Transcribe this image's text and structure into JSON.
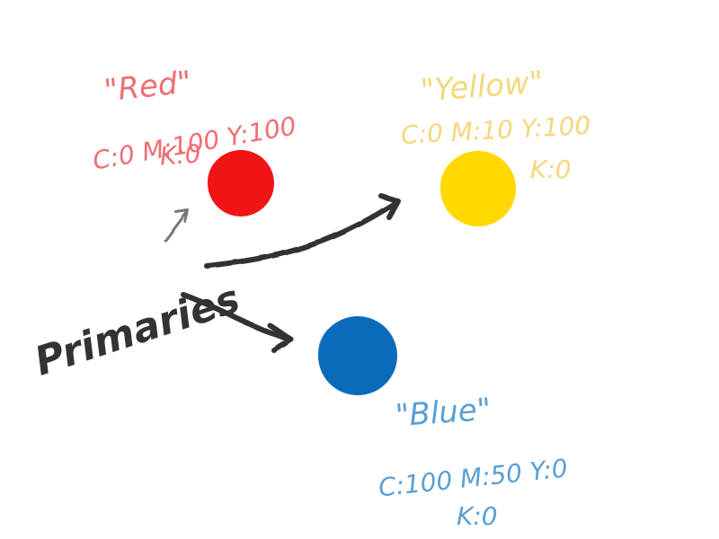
{
  "diagram": {
    "main_label": "Primaries",
    "colors": {
      "ink": "#333333",
      "red": "#f01416",
      "yellow": "#ffd800",
      "blue": "#0a6bba",
      "red_text": "#ef6e72",
      "yellow_text": "#f5d77a",
      "blue_text": "#5a9fd4"
    },
    "primaries": [
      {
        "id": "red",
        "title": "\"Red\"",
        "line1": "C:0 M:100 Y:100",
        "line2": "K:0",
        "color": "#f01416",
        "text_color": "#ef6e72",
        "icon": "red-circle-icon"
      },
      {
        "id": "yellow",
        "title": "\"Yellow\"",
        "line1": "C:0 M:10 Y:100",
        "line2": "K:0",
        "color": "#ffd800",
        "text_color": "#f5d77a",
        "icon": "yellow-circle-icon"
      },
      {
        "id": "blue",
        "title": "\"Blue\"",
        "line1": "C:100 M:50 Y:0",
        "line2": "K:0",
        "color": "#0a6bba",
        "text_color": "#5a9fd4",
        "icon": "blue-circle-icon"
      }
    ]
  }
}
